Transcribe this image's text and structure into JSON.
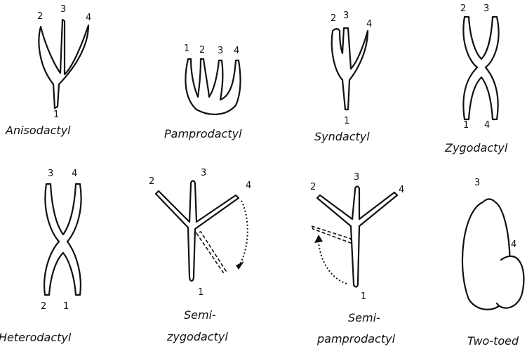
{
  "feet": [
    {
      "id": "anisodactyl",
      "caption": [
        "Anisodactyl"
      ],
      "toes": [
        "2",
        "3",
        "4",
        "1"
      ]
    },
    {
      "id": "pamprodactyl",
      "caption": [
        "Pamprodactyl"
      ],
      "toes": [
        "1",
        "2",
        "3",
        "4"
      ]
    },
    {
      "id": "syndactyl",
      "caption": [
        "Syndactyl"
      ],
      "toes": [
        "2",
        "3",
        "4",
        "1"
      ]
    },
    {
      "id": "zygodactyl",
      "caption": [
        "Zygodactyl"
      ],
      "toes": [
        "2",
        "3",
        "1",
        "4"
      ]
    },
    {
      "id": "heterodactyl",
      "caption": [
        "Heterodactyl"
      ],
      "toes": [
        "3",
        "4",
        "2",
        "1"
      ]
    },
    {
      "id": "semi-zygodactyl",
      "caption": [
        "Semi-",
        "zygodactyl"
      ],
      "toes": [
        "2",
        "3",
        "4",
        "1"
      ]
    },
    {
      "id": "semi-pamprodactyl",
      "caption": [
        "Semi-",
        "pamprodactyl"
      ],
      "toes": [
        "2",
        "3",
        "4",
        "1"
      ]
    },
    {
      "id": "two-toed",
      "caption": [
        "Two-toed"
      ],
      "toes": [
        "3",
        "4"
      ]
    }
  ]
}
